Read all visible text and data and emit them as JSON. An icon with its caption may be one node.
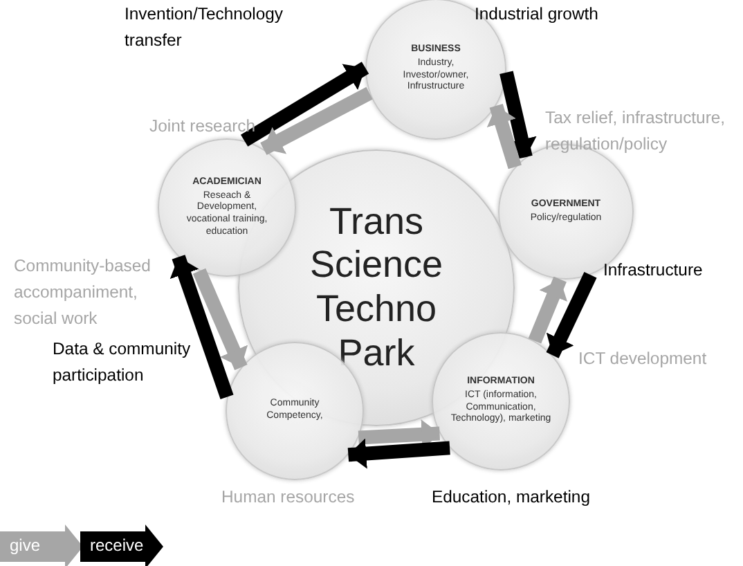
{
  "diagram": {
    "nodes": [
      {
        "text": [
          "Trans Science Techno Park"
        ]
      },
      {
        "text": [
          "BUSINESS",
          "Industry, Investor/owner, Infrustructure"
        ]
      },
      {
        "text": [
          "ACADEMICIAN",
          "Reseach & Development, vocational training, education"
        ]
      },
      {
        "text": [
          "GOVERNMENT",
          "Policy/regulation"
        ]
      },
      {
        "text": [
          "INFORMATION",
          "ICT (information, Communication, Technology), marketing"
        ]
      },
      {
        "text": [
          "Community Competency,"
        ]
      }
    ],
    "edges": [
      {
        "from": 2,
        "to": 1,
        "arrow": "to",
        "label": "Invention/Technology transfer"
      },
      {
        "from": 1,
        "to": 2,
        "arrow": "to",
        "color": "#a6a6a6",
        "label": "Joint research"
      },
      {
        "from": 1,
        "to": 3,
        "arrow": "to",
        "label": "Industrial growth"
      },
      {
        "from": 3,
        "to": 1,
        "arrow": "to",
        "color": "#a6a6a6",
        "label": "Tax relief, infrastructure, regulation/policy"
      },
      {
        "from": 3,
        "to": 4,
        "arrow": "to",
        "label": "Infrastructure"
      },
      {
        "from": 4,
        "to": 3,
        "arrow": "to",
        "color": "#a6a6a6",
        "label": "ICT development"
      },
      {
        "from": 5,
        "to": 4,
        "arrow": "to",
        "color": "#a6a6a6",
        "label": "Human resources"
      },
      {
        "from": 4,
        "to": 5,
        "arrow": "to",
        "label": "Education, marketing"
      },
      {
        "from": 2,
        "to": 5,
        "arrow": "to",
        "color": "#a6a6a6",
        "label": "Community-based accompaniment, social work"
      },
      {
        "from": 5,
        "to": 2,
        "arrow": "to",
        "label": "Data & community participation"
      }
    ],
    "legend": [
      {
        "text": "give",
        "color": "#a6a6a6"
      },
      {
        "text": "receive",
        "color": "#000000"
      }
    ]
  }
}
